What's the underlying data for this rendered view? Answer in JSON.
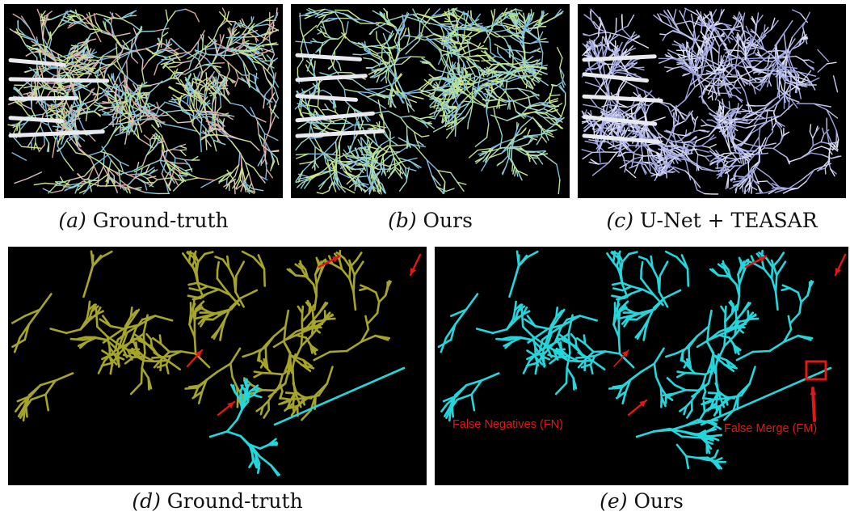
{
  "panels": [
    {
      "id": "a",
      "label": "(a)",
      "caption": "Ground-truth"
    },
    {
      "id": "b",
      "label": "(b)",
      "caption": "Ours"
    },
    {
      "id": "c",
      "label": "(c)",
      "caption": "U-Net + TEASAR"
    },
    {
      "id": "d",
      "label": "(d)",
      "caption": "Ground-truth"
    },
    {
      "id": "e",
      "label": "(e)",
      "caption": "Ours"
    }
  ],
  "annotations": {
    "false_negatives": "False Negatives (FN)",
    "false_merge": "False Merge (FM)"
  },
  "colors": {
    "background": "#000000",
    "gt_tree": "#a6a52a",
    "pred_tree": "#25d6dc",
    "marker": "#e01818",
    "teasar": "#a9aee6"
  }
}
